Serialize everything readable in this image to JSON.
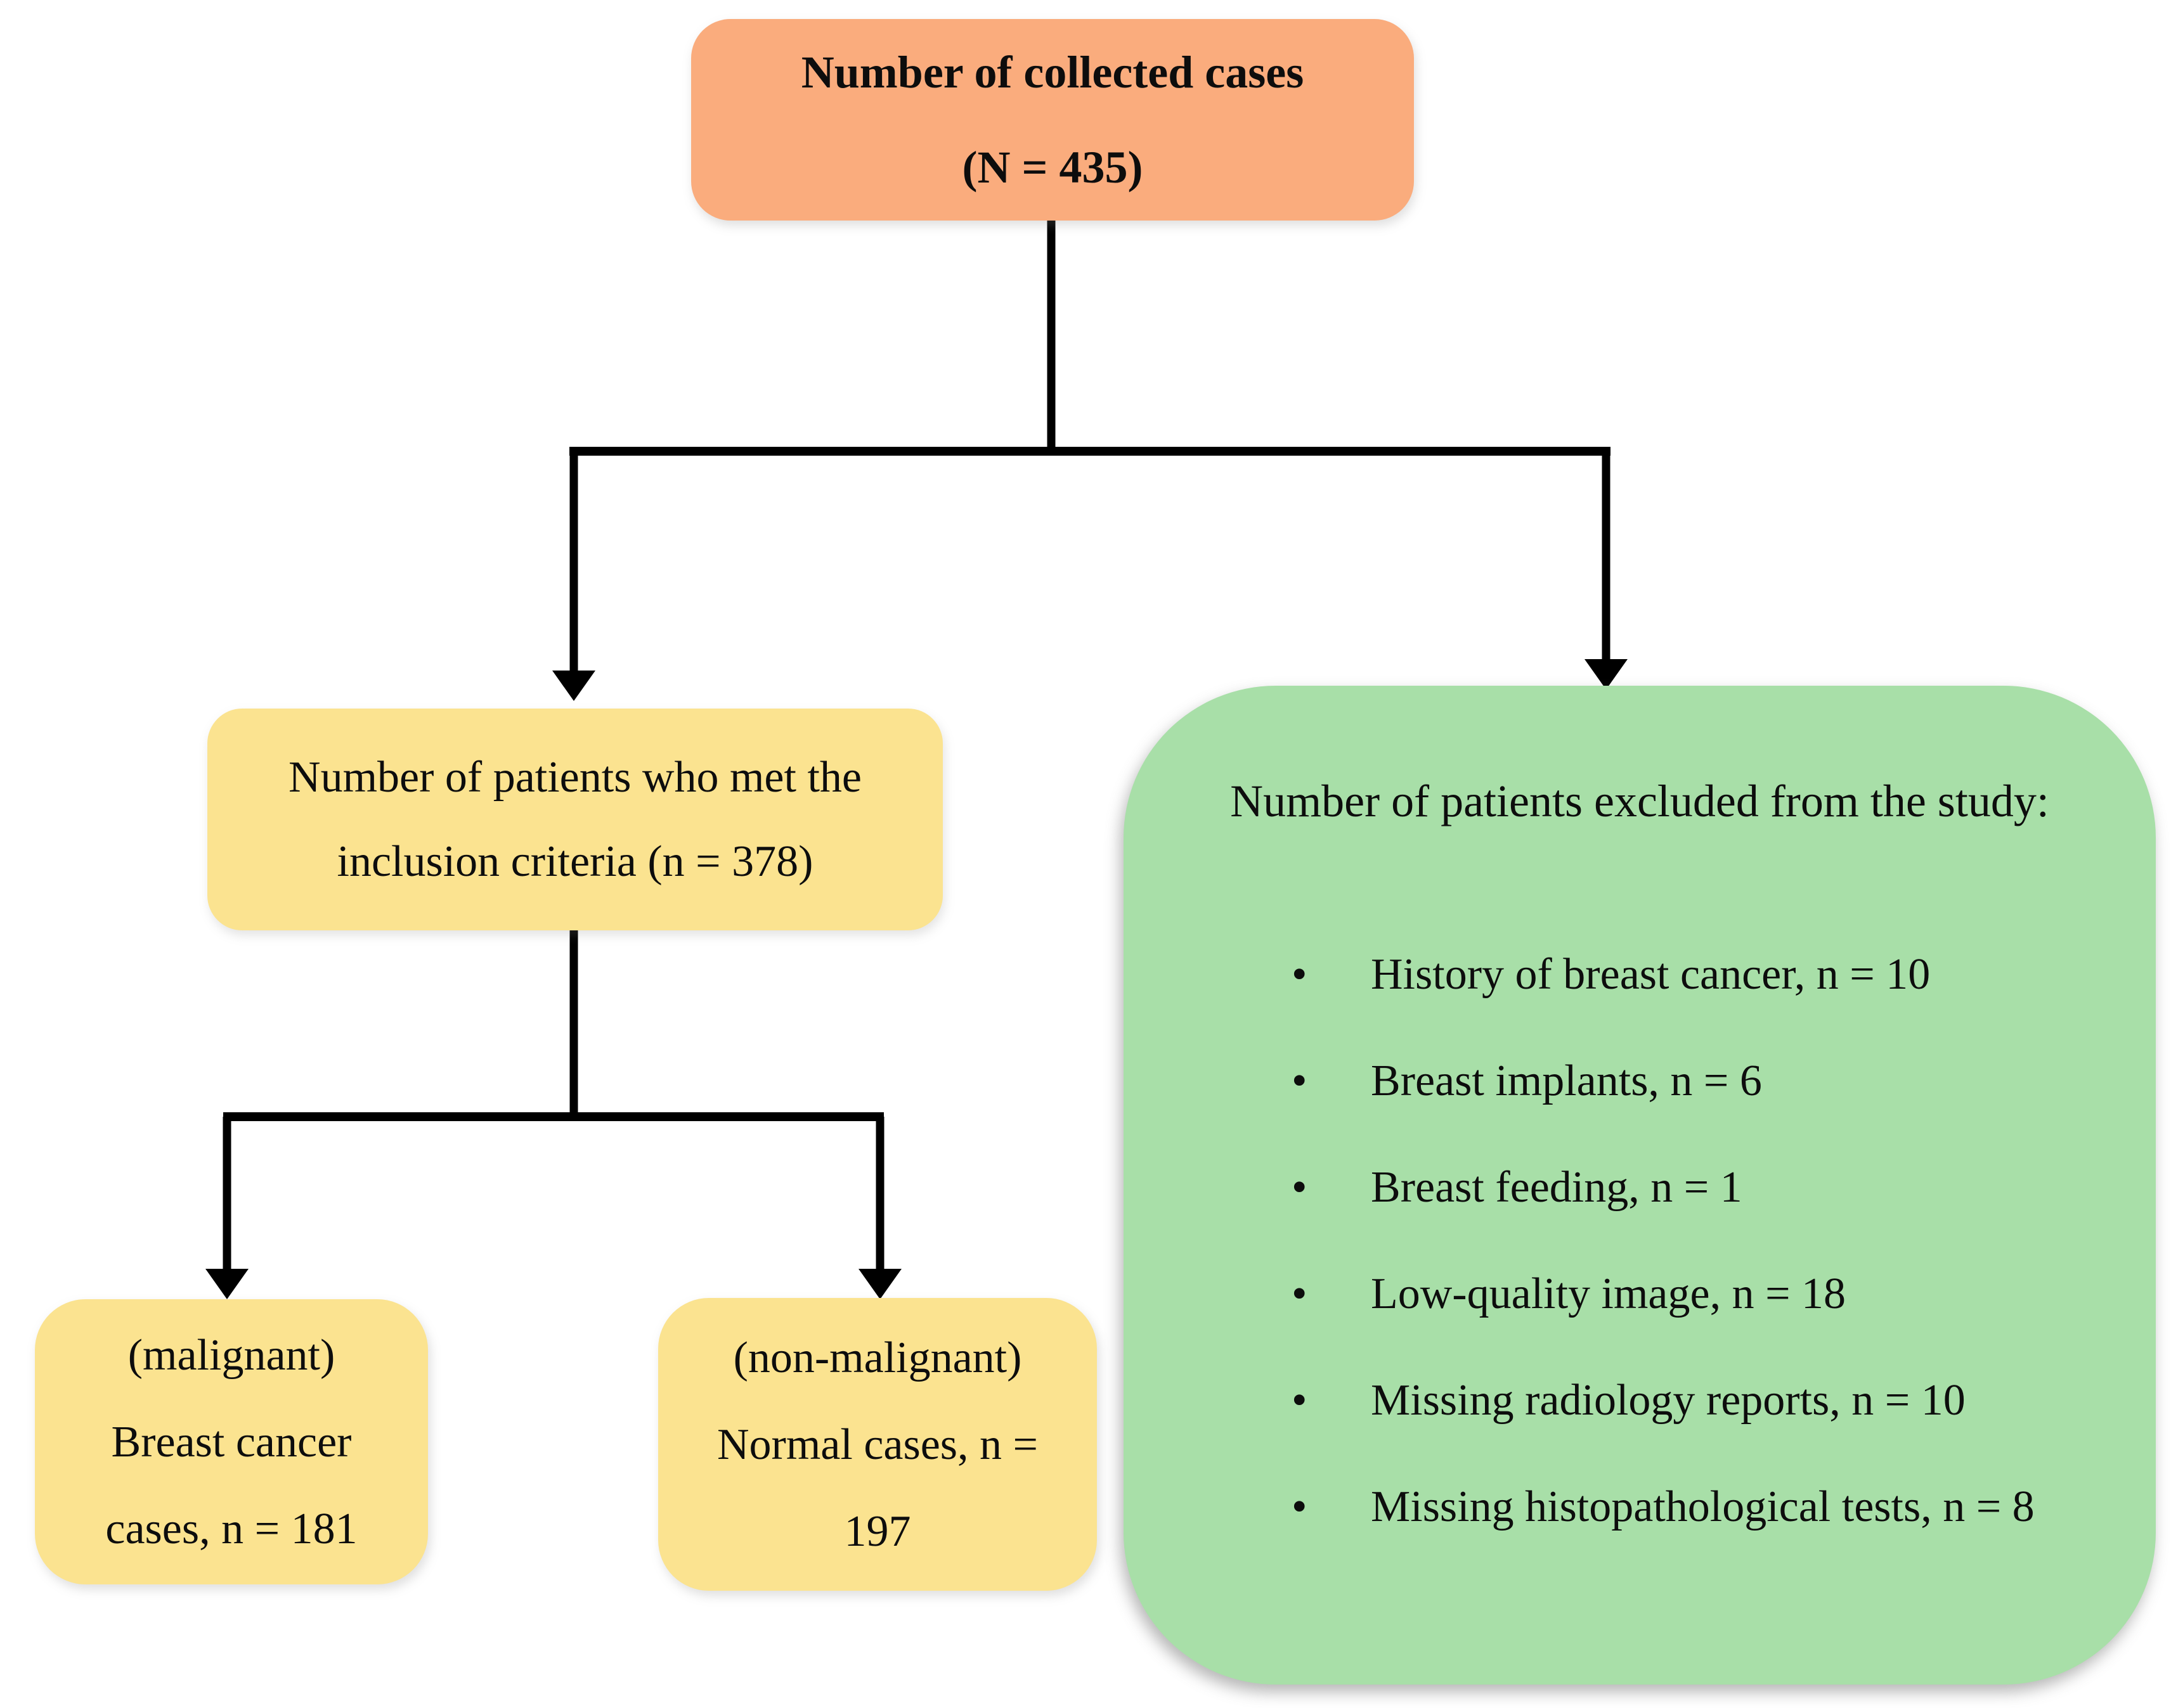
{
  "figure": {
    "kind": "patient-flow-diagram"
  },
  "colors": {
    "page": "#ffffff",
    "orange": "#FAAC7D",
    "yellow": "#FBE390",
    "green": "#A8DFA8",
    "line": "#000000"
  },
  "nodes": {
    "collected": {
      "line1": "Number of collected cases",
      "line2": "(N = 435)"
    },
    "inclusion": {
      "line1": "Number of patients who met the",
      "line2": "inclusion criteria (n = 378)"
    },
    "excluded": {
      "title": "Number of patients excluded from the study:",
      "items": [
        "History of breast cancer, n = 10",
        "Breast implants, n = 6",
        "Breast feeding, n = 1",
        "Low-quality image, n = 18",
        "Missing radiology reports, n = 10",
        "Missing histopathological tests, n = 8"
      ]
    },
    "malignant": {
      "line1": "(malignant)",
      "line2": "Breast cancer",
      "line3": "cases, n = 181"
    },
    "nonmalignant": {
      "line1": "(non-malignant)",
      "line2": "Normal cases, n =",
      "line3": "197"
    }
  }
}
